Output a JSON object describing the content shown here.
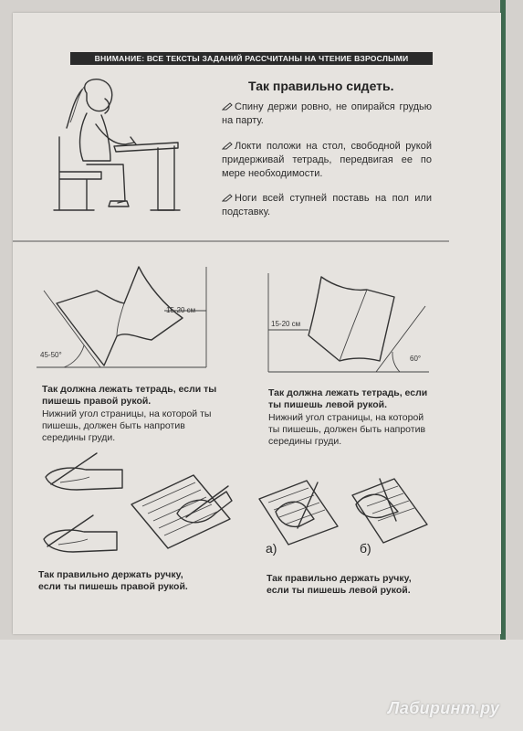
{
  "banner": "ВНИМАНИЕ: ВСЕ ТЕКСТЫ ЗАДАНИЙ РАССЧИТАНЫ НА ЧТЕНИЕ ВЗРОСЛЫМИ",
  "title": "Так правильно сидеть.",
  "tips": [
    "Спину держи ровно, не опирайся грудью на парту.",
    "Локти положи на стол, свободной рукой придерживай тетрадь, передвигая ее по мере необходимости.",
    "Ноги всей ступней поставь на пол или подставку."
  ],
  "left_notebook": {
    "distance": "15-20 см",
    "angle": "45-50°",
    "caption_bold": "Так должна лежать тетрадь, если ты пишешь правой рукой.",
    "caption_regular": "Нижний угол страницы, на которой ты пишешь, должен быть напротив середины груди."
  },
  "right_notebook": {
    "distance": "15-20 см",
    "angle": "60°",
    "caption_bold": "Так должна лежать тетрадь, если ты пишешь левой рукой.",
    "caption_regular": "Нижний угол страницы, на которой ты пишешь, должен быть напротив середины груди."
  },
  "variants": [
    "а)",
    "б)"
  ],
  "bottom_left_caption": "Так правильно держать ручку,\nесли ты пишешь правой рукой.",
  "bottom_right_caption": "Так правильно держать ручку,\nесли ты пишешь левой рукой.",
  "watermark": "Лабиринт.ру",
  "colors": {
    "banner_bg": "#2b2b2b",
    "page": "#e6e3df",
    "ink": "#2a2a2a"
  }
}
